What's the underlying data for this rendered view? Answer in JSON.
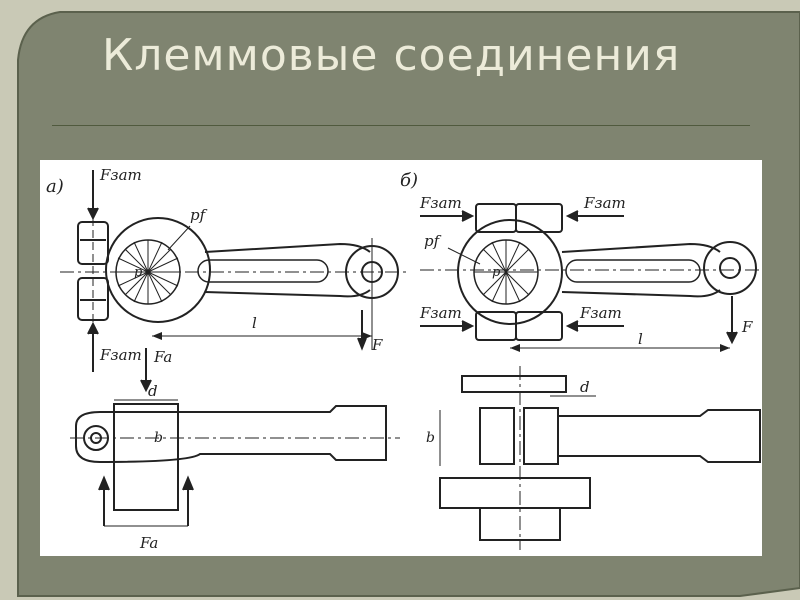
{
  "slide": {
    "title": "Клеммовые соединения",
    "colors": {
      "outer_background": "#c9c9b6",
      "panel": "#7f8470",
      "title_text": "#ecebd9",
      "rule": "#505a3e",
      "figure_background": "#ffffff"
    }
  },
  "figure": {
    "panel_a": {
      "label": "а)",
      "force_clamp": "Fзат",
      "pressure": "pf",
      "center": "p",
      "length": "l",
      "force": "F",
      "axial_force": "Fa",
      "diameter": "d",
      "width": "b"
    },
    "panel_b": {
      "label": "б)",
      "force_clamp": "Fзат",
      "pressure": "pf",
      "center": "p",
      "length": "l",
      "force": "F",
      "diameter": "d",
      "width": "b"
    }
  }
}
